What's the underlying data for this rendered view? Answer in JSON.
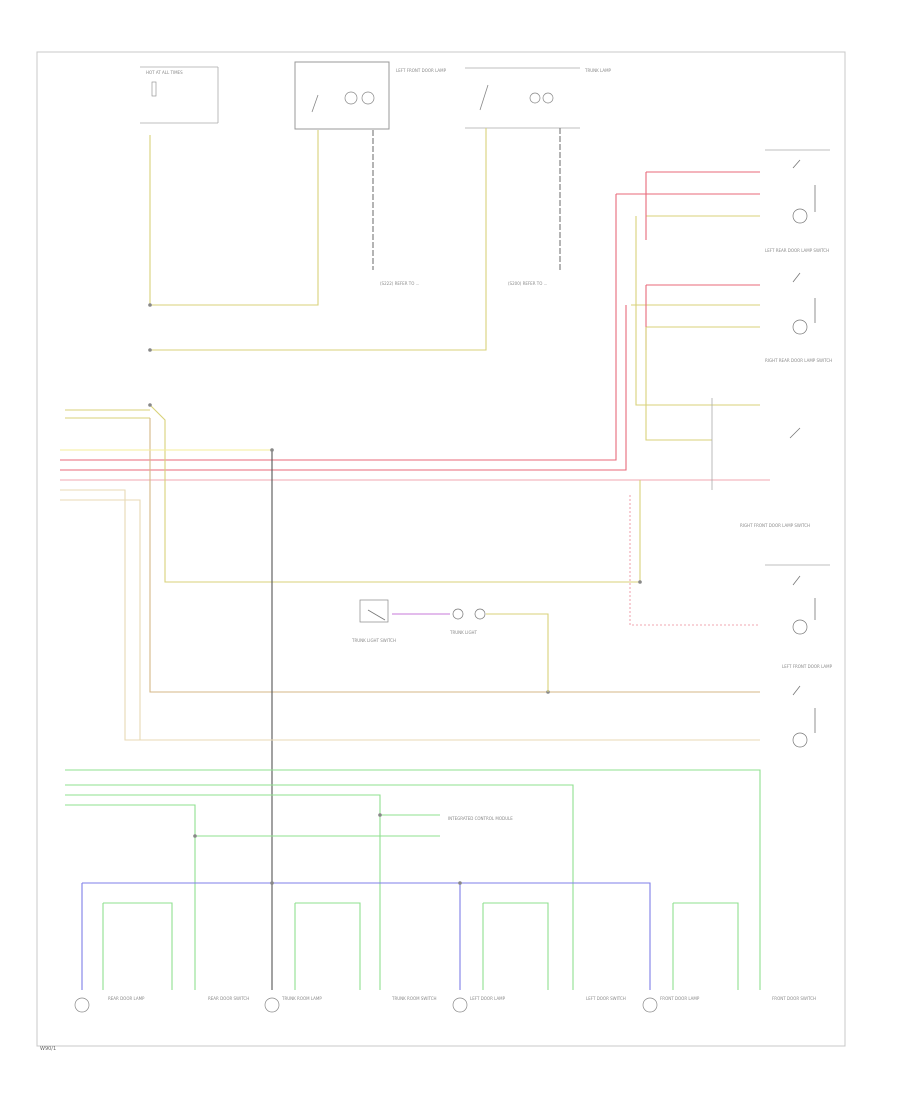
{
  "diagram": {
    "page_code": "W90/1",
    "top_components": [
      {
        "id": "hot-at-all-times",
        "text": "HOT AT ALL TIMES"
      },
      {
        "id": "left-front-door-lamp",
        "text": "LEFT FRONT DOOR LAMP"
      },
      {
        "id": "trunk-lamp",
        "text": "TRUNK LAMP"
      }
    ],
    "splices": [
      {
        "id": "splice-left",
        "text": "(S222) REFER TO ..."
      },
      {
        "id": "splice-right",
        "text": "(S200) REFER TO ..."
      }
    ],
    "right_components": [
      {
        "id": "left-rear-door-switch",
        "text": "LEFT REAR DOOR LAMP SWITCH"
      },
      {
        "id": "right-rear-door-switch",
        "text": "RIGHT REAR DOOR LAMP SWITCH"
      },
      {
        "id": "right-front-door-switch",
        "text": "RIGHT FRONT DOOR LAMP SWITCH"
      },
      {
        "id": "left-front-door-switch",
        "text": "LEFT FRONT DOOR LAMP"
      }
    ],
    "center_components": [
      {
        "id": "trunk-light-switch",
        "text": "TRUNK LIGHT SWITCH"
      },
      {
        "id": "trunk-light",
        "text": "TRUNK LIGHT"
      },
      {
        "id": "connector-note",
        "text": "INTEGRATED CONTROL MODULE"
      }
    ],
    "bottom_components": [
      {
        "id": "bottom-1",
        "text": "REAR DOOR LAMP"
      },
      {
        "id": "bottom-2",
        "text": "REAR DOOR SWITCH"
      },
      {
        "id": "bottom-3",
        "text": "TRUNK ROOM LAMP"
      },
      {
        "id": "bottom-4",
        "text": "TRUNK ROOM SWITCH"
      },
      {
        "id": "bottom-5",
        "text": "LEFT DOOR LAMP"
      },
      {
        "id": "bottom-6",
        "text": "LEFT DOOR SWITCH"
      },
      {
        "id": "bottom-7",
        "text": "FRONT DOOR LAMP"
      },
      {
        "id": "bottom-8",
        "text": "FRONT DOOR SWITCH"
      }
    ],
    "wire_colors": {
      "yellow": "#d8d27a",
      "red": "#e86a7a",
      "pink": "#f0a7b0",
      "green": "#8fe08f",
      "blue": "#7f7fe8",
      "violet": "#c77ad8",
      "tan": "#d6b787",
      "gray": "#9a9a9a",
      "black": "#555555"
    }
  }
}
